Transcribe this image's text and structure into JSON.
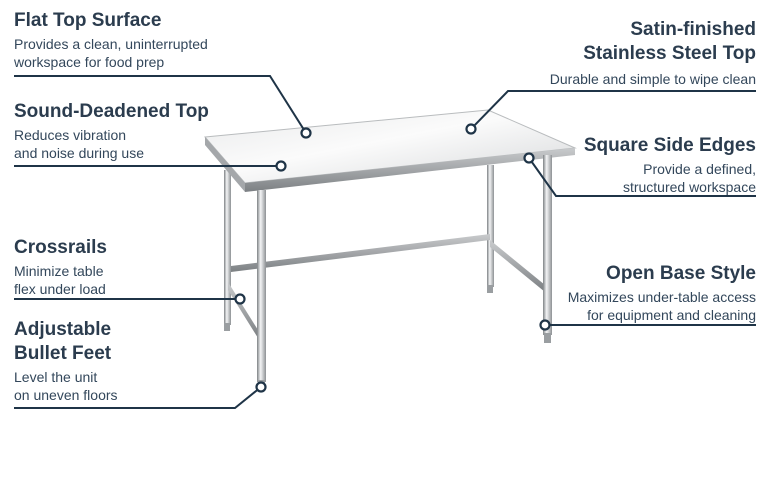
{
  "callouts": {
    "flat_top": {
      "title": "Flat Top Surface",
      "desc_1": "Provides a clean, uninterrupted",
      "desc_2": "workspace for food prep"
    },
    "sound_deadened": {
      "title": "Sound-Deadened Top",
      "desc_1": "Reduces vibration",
      "desc_2": "and noise during use"
    },
    "crossrails": {
      "title": "Crossrails",
      "desc_1": "Minimize table",
      "desc_2": "flex under load"
    },
    "bullet_feet": {
      "title_1": "Adjustable",
      "title_2": "Bullet Feet",
      "desc_1": "Level the unit",
      "desc_2": "on uneven floors"
    },
    "satin_top": {
      "title_1": "Satin-finished",
      "title_2": "Stainless Steel Top",
      "desc_1": "Durable and simple to wipe clean"
    },
    "square_edges": {
      "title": "Square Side Edges",
      "desc_1": "Provide a defined,",
      "desc_2": "structured workspace"
    },
    "open_base": {
      "title": "Open Base Style",
      "desc_1": "Maximizes under-table access",
      "desc_2": "for equipment and cleaning"
    }
  },
  "colors": {
    "line": "#1f3447",
    "title": "#2b3c4e",
    "steel_light": "#f2f3f4",
    "steel_dark": "#8a8d90"
  }
}
